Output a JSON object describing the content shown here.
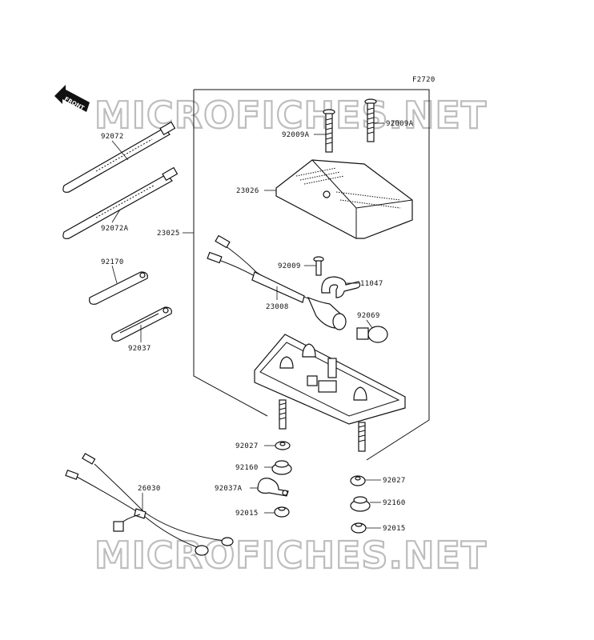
{
  "diagram_code": "F2720",
  "front_label": "FRONT",
  "watermark": "MICROFICHES.NET",
  "parts": {
    "p92072": "92072",
    "p92072A": "92072A",
    "p92170": "92170",
    "p92037": "92037",
    "p23025": "23025",
    "p92009A_left": "92009A",
    "p92009A_right": "92009A",
    "p23026": "23026",
    "p92009": "92009",
    "p11047": "11047",
    "p23008": "23008",
    "p92069": "92069",
    "p92027_left": "92027",
    "p92160_left": "92160",
    "p92037A": "92037A",
    "p92015_left": "92015",
    "p92027_right": "92027",
    "p92160_right": "92160",
    "p92015_right": "92015",
    "p26030": "26030"
  }
}
